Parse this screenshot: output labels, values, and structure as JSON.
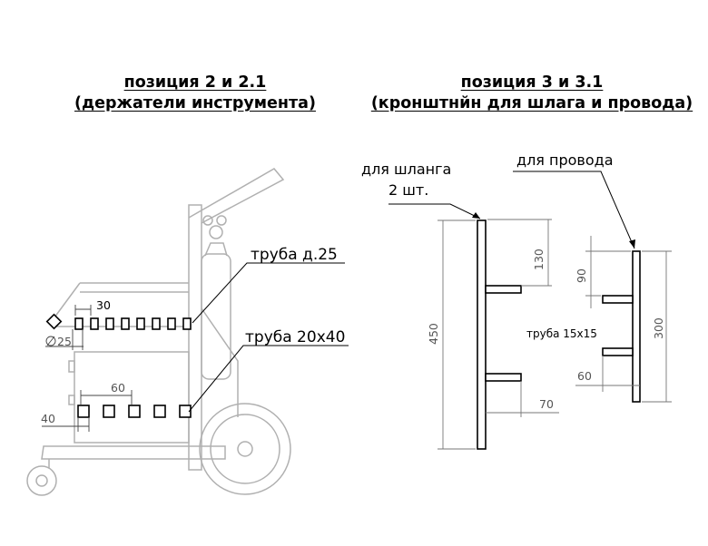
{
  "titles": {
    "left_line1": "позиция 2 и 2.1",
    "left_line2": "(держатели инструмента)",
    "right_line1": "позиция 3 и 3.1",
    "right_line2": "(кронштнйн для шлага и провода)"
  },
  "left_labels": {
    "pipe_round": "труба д.25",
    "pipe_rect": "труба 20х40",
    "dim_30": "30",
    "dim_d25": "25",
    "dim_60": "60",
    "dim_40": "40"
  },
  "right_labels": {
    "hose_line1": "для шланга",
    "hose_line2": "2 шт.",
    "wire": "для провода",
    "pipe_15": "труба 15х15",
    "dim_130": "130",
    "dim_450": "450",
    "dim_70": "70",
    "dim_90": "90",
    "dim_300": "300",
    "dim_60": "60"
  }
}
